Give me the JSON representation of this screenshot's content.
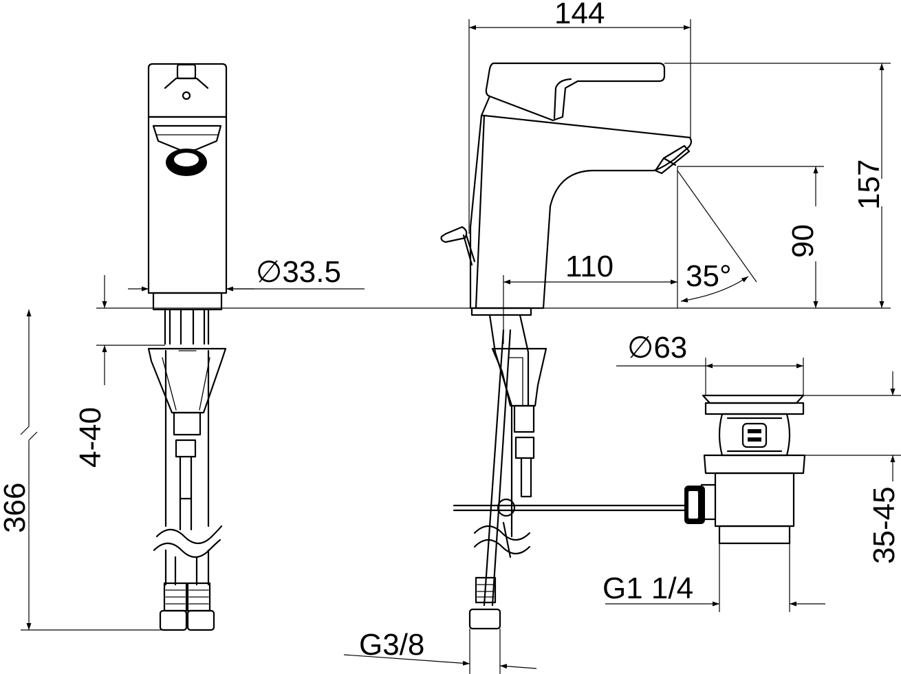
{
  "dimensions": {
    "diameter_body": "∅33.5",
    "height_total": "366",
    "deck_thickness": "4-40",
    "width_spout": "144",
    "height_faucet": "157",
    "height_outlet": "90",
    "reach": "110",
    "angle": "35°",
    "diameter_drain": "∅63",
    "drain_range": "35-45",
    "thread_drain": "G1 1/4",
    "thread_hose": "G3/8"
  }
}
